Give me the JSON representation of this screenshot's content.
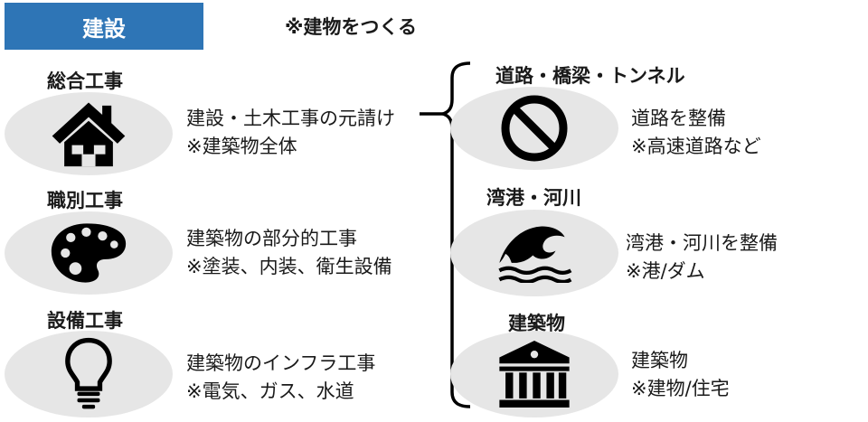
{
  "tag": "建設",
  "top_note": "※建物をつくる",
  "left": [
    {
      "title": "総合工事",
      "line1": "建設・土木工事の元請け",
      "line2": "※建築物全体",
      "icon": "house-icon"
    },
    {
      "title": "職別工事",
      "line1": "建築物の部分的工事",
      "line2": "※塗装、内装、衛生設備",
      "icon": "palette-icon"
    },
    {
      "title": "設備工事",
      "line1": "建築物のインフラ工事",
      "line2": "※電気、ガス、水道",
      "icon": "lightbulb-icon"
    }
  ],
  "right": [
    {
      "title": "道路・橋梁・トンネル",
      "line1": "道路を整備",
      "line2": "※高速道路など",
      "icon": "no-entry-icon"
    },
    {
      "title": "湾港・河川",
      "line1": "湾港・河川を整備",
      "line2": "※港/ダム",
      "icon": "wave-icon"
    },
    {
      "title": "建築物",
      "line1": "建築物",
      "line2": "※建物/住宅",
      "icon": "building-columns-icon"
    }
  ],
  "colors": {
    "tag_bg": "#2e75b6",
    "oval_bg": "#e6e6e6",
    "icon": "#000000"
  }
}
